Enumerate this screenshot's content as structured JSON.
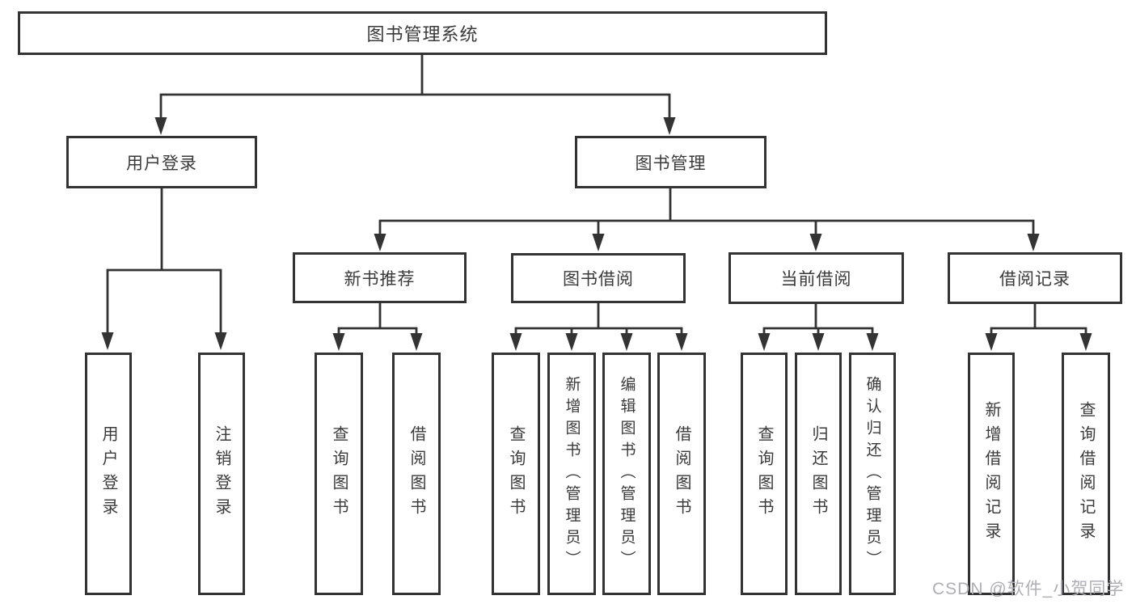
{
  "tree": {
    "label": "图书管理系统",
    "children": [
      {
        "label": "用户登录",
        "children": [
          {
            "label": "用户登录"
          },
          {
            "label": "注销登录"
          }
        ]
      },
      {
        "label": "图书管理",
        "children": [
          {
            "label": "新书推荐",
            "children": [
              {
                "label": "查询图书"
              },
              {
                "label": "借阅图书"
              }
            ]
          },
          {
            "label": "图书借阅",
            "children": [
              {
                "label": "查询图书"
              },
              {
                "label": "新增图书（管理员）"
              },
              {
                "label": "编辑图书（管理员）"
              },
              {
                "label": "借阅图书"
              }
            ]
          },
          {
            "label": "当前借阅",
            "children": [
              {
                "label": "查询图书"
              },
              {
                "label": "归还图书"
              },
              {
                "label": "确认归还（管理员）"
              }
            ]
          },
          {
            "label": "借阅记录",
            "children": [
              {
                "label": "新增借阅记录"
              },
              {
                "label": "查询借阅记录"
              }
            ]
          }
        ]
      }
    ]
  },
  "watermark": {
    "text": "CSDN @软件_小贺同学"
  },
  "colors": {
    "line": "#333333",
    "box_border": "#333333",
    "text": "#3a3a3a",
    "watermark": "#aeaeb4",
    "background": "#ffffff"
  }
}
